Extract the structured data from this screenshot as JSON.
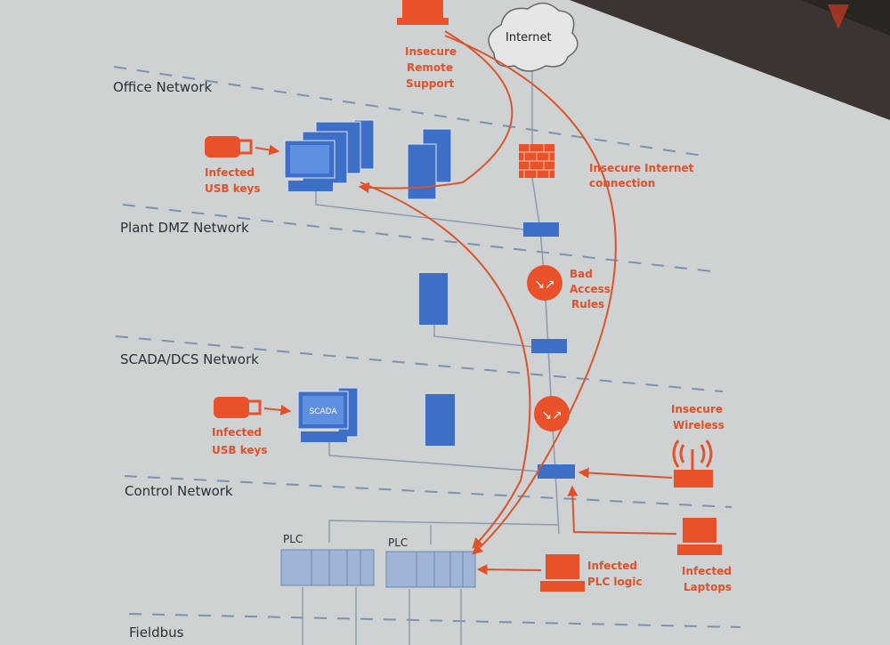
{
  "zones": [
    "Office Network",
    "Plant DMZ Network",
    "SCADA/DCS Network",
    "Control Network",
    "Fieldbus"
  ],
  "nodes": {
    "internet": "Internet",
    "scada_screen": "SCADA",
    "plc1": "PLC",
    "plc2": "PLC"
  },
  "threats": {
    "remote_support": [
      "Insecure",
      "Remote",
      "Support"
    ],
    "internet_conn": [
      "Insecure Internet",
      "connection"
    ],
    "usb_office": [
      "Infected",
      "USB keys"
    ],
    "access_rules": [
      "Bad",
      "Access",
      "Rules"
    ],
    "usb_scada": [
      "Infected",
      "USB keys"
    ],
    "wireless": [
      "Insecure",
      "Wireless"
    ],
    "plc_logic": [
      "Infected",
      "PLC logic"
    ],
    "laptops": [
      "Infected",
      "Laptops"
    ]
  },
  "colors": {
    "threat": "#e8512a",
    "device": "#3d6fc6",
    "screen": "#cfd2d3"
  }
}
